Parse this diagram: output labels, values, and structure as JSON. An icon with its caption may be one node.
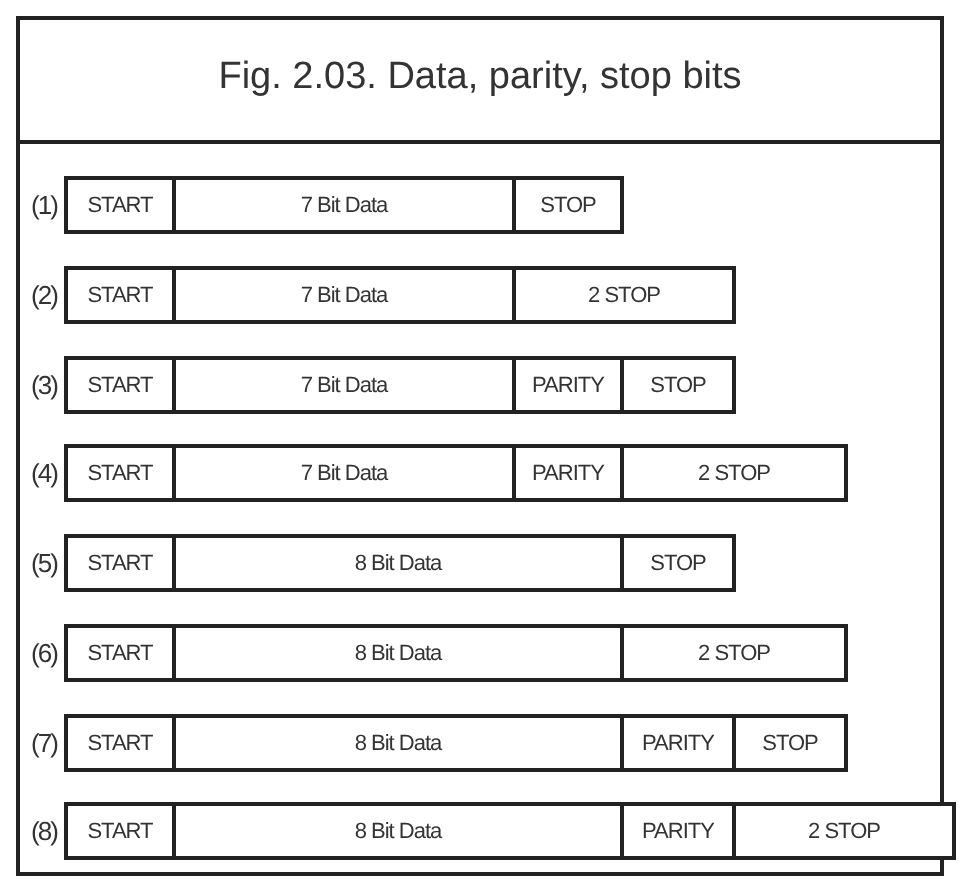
{
  "diagram": {
    "title": "Fig. 2.03. Data, parity, stop bits",
    "labels": [
      "(1)",
      "START",
      "7 Bit Data",
      "STOP",
      "(2)",
      "START",
      "7 Bit Data",
      "2 STOP",
      "(3)",
      "START",
      "7 Bit Data",
      "PARITY",
      "STOP",
      "(4)",
      "START",
      "7 Bit Data",
      "PARITY",
      "2 STOP",
      "(5)",
      "START",
      "8 Bit Data",
      "STOP",
      "(6)",
      "START",
      "8 Bit Data",
      "2 STOP",
      "(7)",
      "START",
      "8 Bit Data",
      "PARITY",
      "STOP",
      "(8)",
      "START",
      "8 Bit Data",
      "PARITY",
      "2 STOP"
    ]
  }
}
